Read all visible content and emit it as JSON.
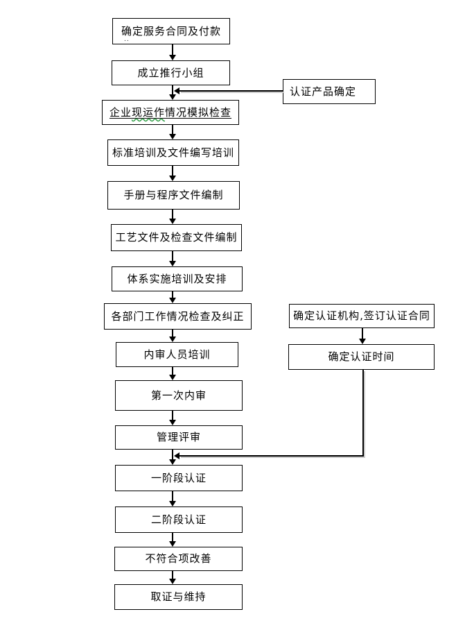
{
  "flowchart": {
    "main_sequence": [
      {
        "label": "确定服务合同及付款",
        "note": ".."
      },
      {
        "label": "成立推行小组"
      },
      {
        "label": "企业现运作情况模拟检查",
        "label_pre": "企业",
        "label_wavy": "现运作",
        "label_post": "情况模拟检查"
      },
      {
        "label": "标准培训及文件编写培训"
      },
      {
        "label": "手册与程序文件编制"
      },
      {
        "label": "工艺文件及检查文件编制"
      },
      {
        "label": "体系实施培训及安排"
      },
      {
        "label": "各部门工作情况检查及纠正"
      },
      {
        "label": "内审人员培训"
      },
      {
        "label": "第一次内审"
      },
      {
        "label": "管理评审"
      },
      {
        "label": "一阶段认证"
      },
      {
        "label": "二阶段认证"
      },
      {
        "label": "不符合项改善"
      },
      {
        "label": "取证与维持"
      }
    ],
    "side_boxes": [
      {
        "label": "认证产品确定"
      },
      {
        "label": "确定认证机构,签订认证合同"
      },
      {
        "label": "确定认证时间"
      }
    ],
    "connections": [
      {
        "from": "认证产品确定",
        "to": "主流程（成立推行小组 与 企业现运作情况模拟检查 之间）"
      },
      {
        "from": "确定认证机构,签订认证合同",
        "to": "确定认证时间"
      },
      {
        "from": "确定认证时间",
        "to": "主流程（管理评审 与 一阶段认证 之间）"
      }
    ],
    "colors": {
      "line": "#000000",
      "box_border": "#000000",
      "box_fill": "#ffffff",
      "background": "#ffffff",
      "spellcheck_wavy": "#2f9e44"
    }
  }
}
